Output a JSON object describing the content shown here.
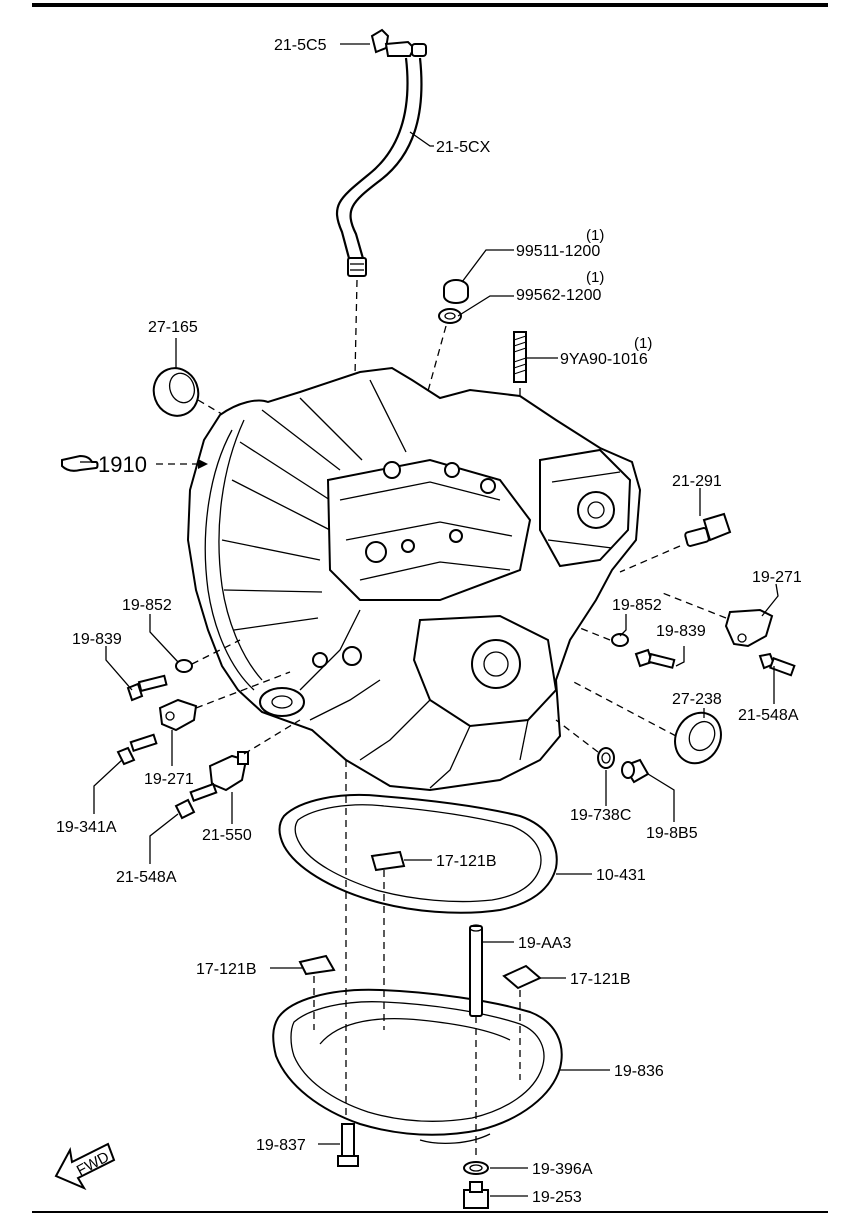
{
  "callouts": {
    "c_21_5c5": "21-5C5",
    "c_21_5cx": "21-5CX",
    "c_99511_qty": "(1)",
    "c_99511": "99511-1200",
    "c_99562_qty": "(1)",
    "c_99562": "99562-1200",
    "c_9ya90_qty": "(1)",
    "c_9ya90": "9YA90-1016",
    "c_27_165": "27-165",
    "c_1910": "1910",
    "c_21_291": "21-291",
    "c_19_271_r": "19-271",
    "c_19_852_l": "19-852",
    "c_19_852_r": "19-852",
    "c_19_839_l": "19-839",
    "c_19_839_r": "19-839",
    "c_21_548a_r": "21-548A",
    "c_27_238": "27-238",
    "c_19_271_l": "19-271",
    "c_19_341a": "19-341A",
    "c_21_550": "21-550",
    "c_21_548a_l": "21-548A",
    "c_19_738c": "19-738C",
    "c_19_8b5": "19-8B5",
    "c_17_121b_a": "17-121B",
    "c_10_431": "10-431",
    "c_19_aa3": "19-AA3",
    "c_17_121b_b": "17-121B",
    "c_17_121b_c": "17-121B",
    "c_19_836": "19-836",
    "c_19_837": "19-837",
    "c_19_396a": "19-396A",
    "c_19_253": "19-253"
  },
  "fwd_arrow": "FWD",
  "icons": {
    "pointing_hand": "pointing-hand-icon"
  }
}
